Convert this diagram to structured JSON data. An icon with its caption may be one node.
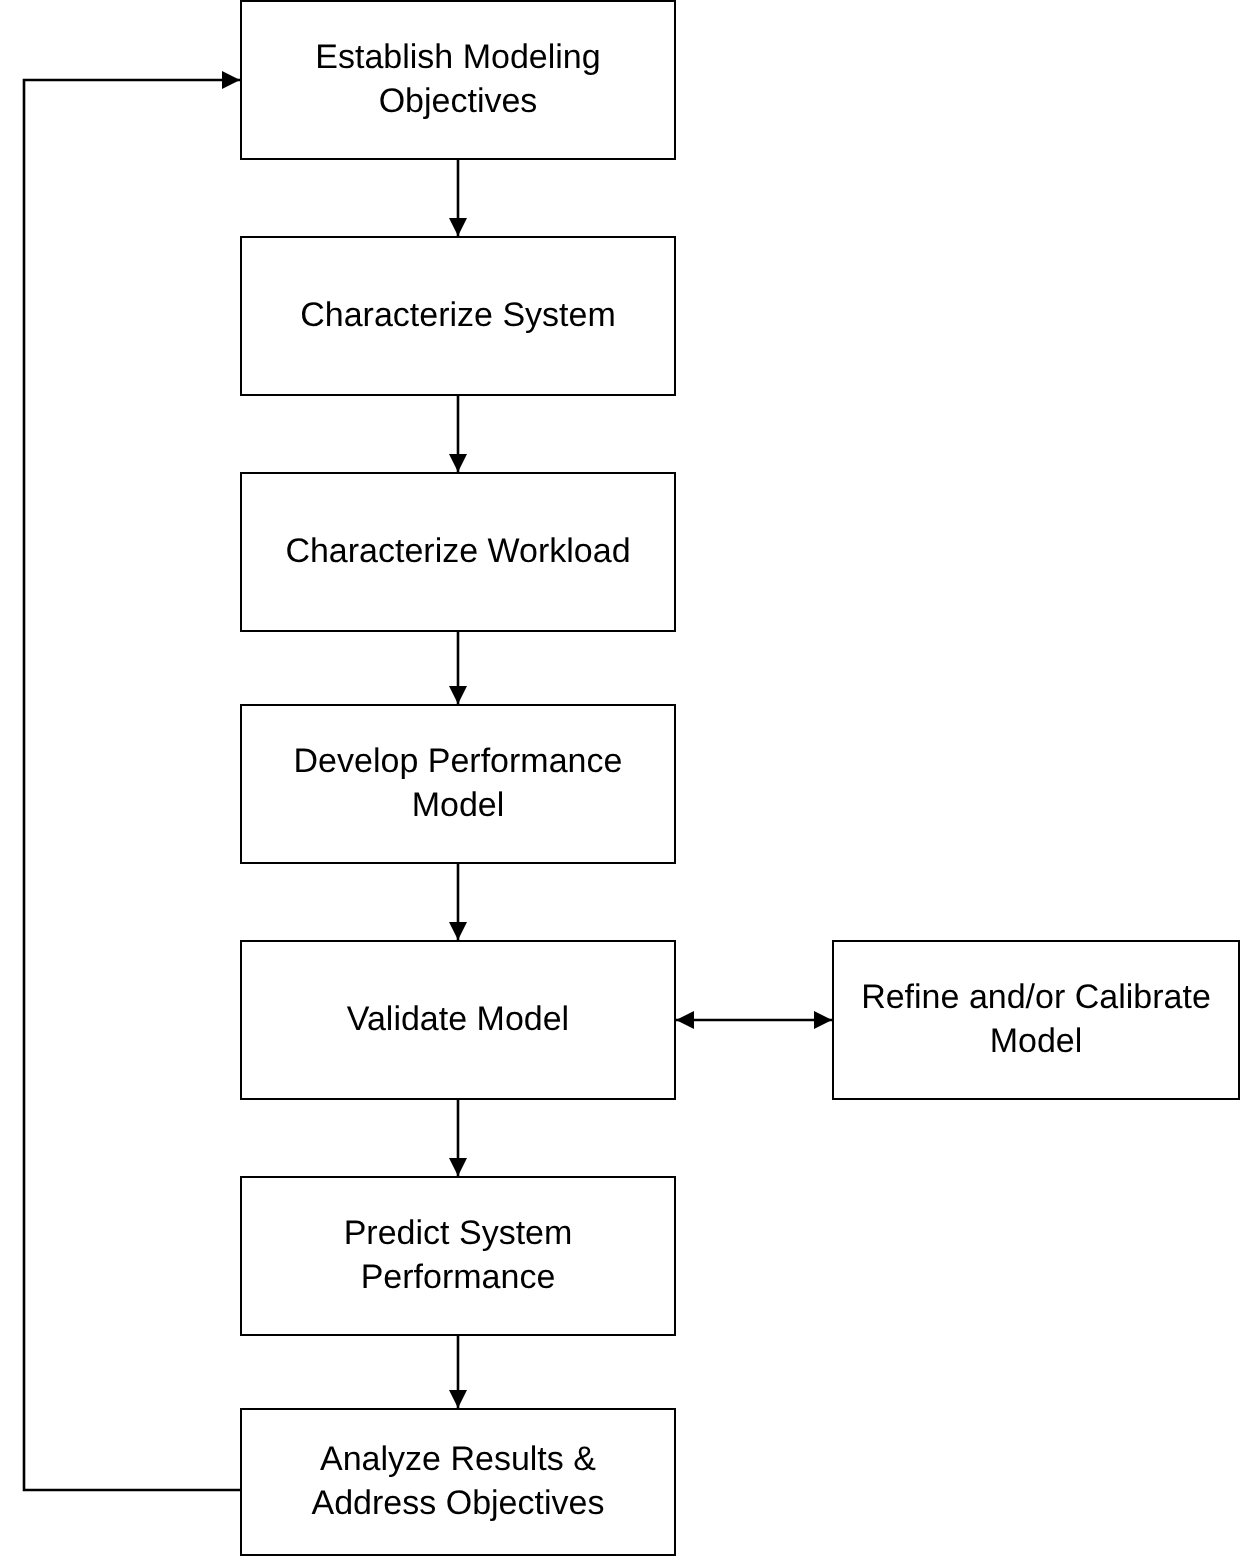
{
  "diagram": {
    "nodes": [
      {
        "text": [
          "Establish Modeling Objectives"
        ]
      },
      {
        "text": [
          "Characterize System"
        ]
      },
      {
        "text": [
          "Characterize Workload"
        ]
      },
      {
        "text": [
          "Develop Performance Model"
        ]
      },
      {
        "text": [
          "Validate Model"
        ]
      },
      {
        "text": [
          "Predict System Performance"
        ]
      },
      {
        "text": [
          "Analyze Results & Address Objectives"
        ]
      },
      {
        "text": [
          "Refine and/or Calibrate Model"
        ]
      }
    ],
    "edges": [
      {
        "from": 0,
        "to": 1,
        "arrow": "to"
      },
      {
        "from": 1,
        "to": 2,
        "arrow": "to"
      },
      {
        "from": 2,
        "to": 3,
        "arrow": "to"
      },
      {
        "from": 3,
        "to": 4,
        "arrow": "to"
      },
      {
        "from": 4,
        "to": 7,
        "arrow": "both"
      },
      {
        "from": 4,
        "to": 5,
        "arrow": "to"
      },
      {
        "from": 5,
        "to": 6,
        "arrow": "to"
      },
      {
        "from": 6,
        "to": 0,
        "arrow": "to"
      }
    ]
  }
}
